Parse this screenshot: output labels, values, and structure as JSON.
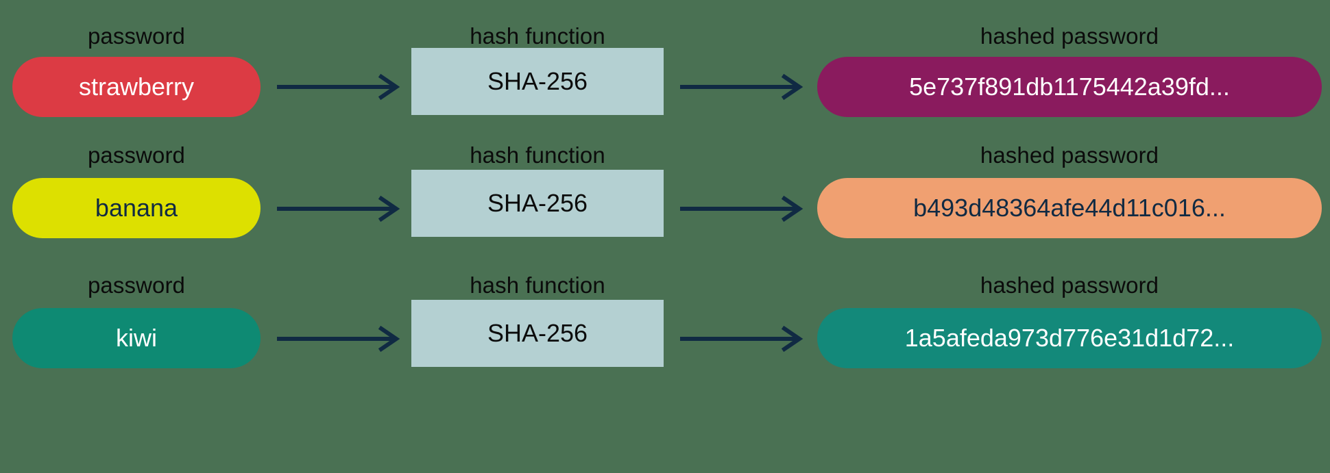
{
  "colors": {
    "background": "#4a7153",
    "arrow": "#102a43",
    "caption_text": "#0b0b0b",
    "function_box_fill": "#b4d0d2",
    "function_box_text": "#0b0b0b"
  },
  "captions": {
    "password": "password",
    "hash_function": "hash function",
    "hashed_password": "hashed password"
  },
  "rows": [
    {
      "password": {
        "value": "strawberry",
        "fill": "#dc3b44",
        "text_color": "#ffffff"
      },
      "function": {
        "value": "SHA-256"
      },
      "hashed": {
        "value": "5e737f891db1175442a39fd...",
        "fill": "#8a1b5e",
        "text_color": "#ffffff"
      }
    },
    {
      "password": {
        "value": "banana",
        "fill": "#dde000",
        "text_color": "#102a43"
      },
      "function": {
        "value": "SHA-256"
      },
      "hashed": {
        "value": "b493d48364afe44d11c016...",
        "fill": "#f0a071",
        "text_color": "#102a43"
      }
    },
    {
      "password": {
        "value": "kiwi",
        "fill": "#0e8a73",
        "text_color": "#ffffff"
      },
      "function": {
        "value": "SHA-256"
      },
      "hashed": {
        "value": "1a5afeda973d776e31d1d72...",
        "fill": "#13897a",
        "text_color": "#ffffff"
      }
    }
  ]
}
